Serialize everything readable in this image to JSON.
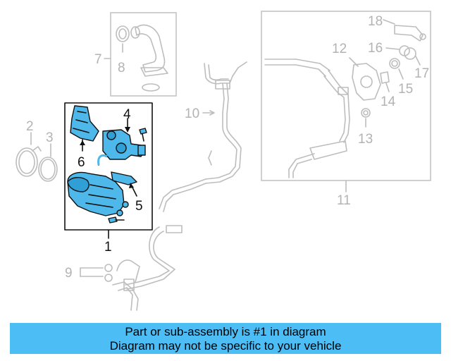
{
  "callouts": {
    "c1": "1",
    "c2": "2",
    "c3": "3",
    "c4": "4",
    "c5": "5",
    "c6": "6",
    "c7": "7",
    "c8": "8",
    "c9": "9",
    "c10": "10",
    "c11": "11",
    "c12": "12",
    "c13": "13",
    "c14": "14",
    "c15": "15",
    "c16": "16",
    "c17": "17",
    "c18": "18"
  },
  "banner": {
    "line1": "Part or sub-assembly is #1 in diagram",
    "line2": "Diagram may not be specific to your vehicle",
    "color": "#4dbdf5"
  },
  "highlight_color": "#4fb8ea"
}
